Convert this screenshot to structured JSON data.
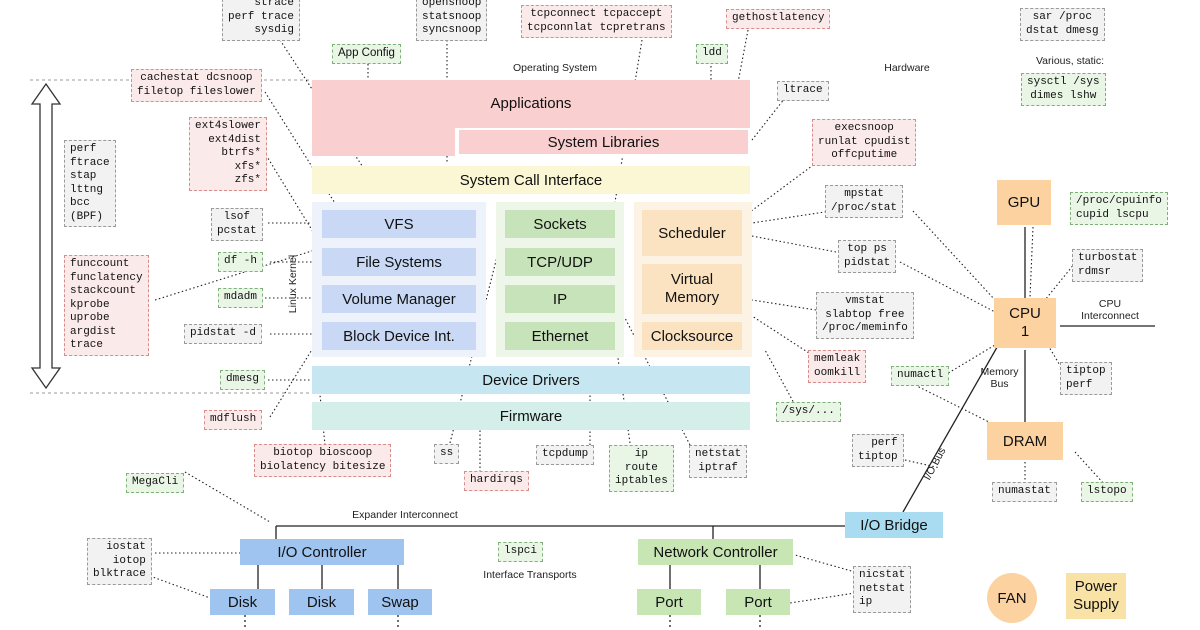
{
  "labels": {
    "operating_system": "Operating System",
    "hardware": "Hardware",
    "various_static": "Various, static:",
    "linux_kernel": "Linux Kernel",
    "cpu_interconnect": "CPU\nInterconnect",
    "memory_bus": "Memory\nBus",
    "io_bus": "I/O Bus",
    "expander_interconnect": "Expander Interconnect",
    "interface_transports": "Interface Transports"
  },
  "components": {
    "applications": "Applications",
    "system_libraries": "System Libraries",
    "system_call_interface": "System Call Interface",
    "vfs": "VFS",
    "file_systems": "File Systems",
    "volume_manager": "Volume Manager",
    "block_device": "Block Device Int.",
    "sockets": "Sockets",
    "tcp_udp": "TCP/UDP",
    "ip": "IP",
    "ethernet": "Ethernet",
    "scheduler": "Scheduler",
    "virtual_memory": "Virtual\nMemory",
    "clocksource": "Clocksource",
    "device_drivers": "Device Drivers",
    "firmware": "Firmware",
    "gpu": "GPU",
    "cpu": "CPU\n1",
    "dram": "DRAM",
    "io_bridge": "I/O Bridge",
    "io_controller": "I/O Controller",
    "network_controller": "Network Controller",
    "disk1": "Disk",
    "disk2": "Disk",
    "swap": "Swap",
    "port1": "Port",
    "port2": "Port",
    "fan": "FAN",
    "power_supply": "Power\nSupply"
  },
  "tools": {
    "strace": "strace\nperf trace\nsysdig",
    "opensnoop": "opensnoop\nstatsnoop\nsyncsnoop",
    "tcpconnect": "tcpconnect tcpaccept\ntcpconnlat tcpretrans",
    "gethostlatency": "gethostlatency",
    "sar": "sar /proc\ndstat dmesg",
    "app_config": "App Config",
    "ldd": "ldd",
    "ltrace": "ltrace",
    "sysctl": "sysctl /sys\ndimes lshw",
    "cachestat": "cachestat dcsnoop\nfiletop fileslower",
    "ext4slower": "ext4slower\next4dist\nbtrfs*\nxfs*\nzfs*",
    "perf_list": "perf\nftrace\nstap\nlttng\nbcc\n(BPF)",
    "execsnoop": "execsnoop\nrunlat cpudist\noffcputime",
    "mpstat": "mpstat\n/proc/stat",
    "proc_cpuinfo": "/proc/cpuinfo\ncupid lscpu",
    "lsof": "lsof\npcstat",
    "top": "top ps\npidstat",
    "turbostat": "turbostat\nrdmsr",
    "df": "df -h",
    "funccount": "funccount\nfunclatency\nstackcount\nkprobe\nuprobe\nargdist\ntrace",
    "mdadm": "mdadm",
    "vmstat": "vmstat\nslabtop free\n/proc/meminfo",
    "pidstat_d": "pidstat -d",
    "memleak": "memleak\noomkill",
    "numactl": "numactl",
    "tiptop_perf": "tiptop\nperf",
    "dmesg": "dmesg",
    "sys": "/sys/...",
    "mdflush": "mdflush",
    "perf_tiptop": "perf\ntiptop",
    "biotop": "biotop bioscoop\nbiolatency bitesize",
    "ss": "ss",
    "tcpdump": "tcpdump",
    "ip_route": "ip\nroute\niptables",
    "netstat": "netstat\niptraf",
    "hardirqs": "hardirqs",
    "megacli": "MegaCli",
    "numastat": "numastat",
    "lstopo": "lstopo",
    "iostat": "iostat\niotop\nblktrace",
    "lspci": "lspci",
    "nicstat": "nicstat\nnetstat\nip"
  },
  "colors": {
    "app": "#f9cfcf",
    "sci": "#fbf6d3",
    "fs": "#c9d9f5",
    "net": "#d8eccd",
    "sched": "#fbe3c2",
    "dd": "#c6e6f2",
    "fw": "#d4efe9",
    "hw_orange": "#fbd2a0",
    "io_blue": "#9fc4f0",
    "bridge": "#a9dcf0",
    "net_green": "#c7e6b4",
    "power": "#f9e2a5"
  }
}
